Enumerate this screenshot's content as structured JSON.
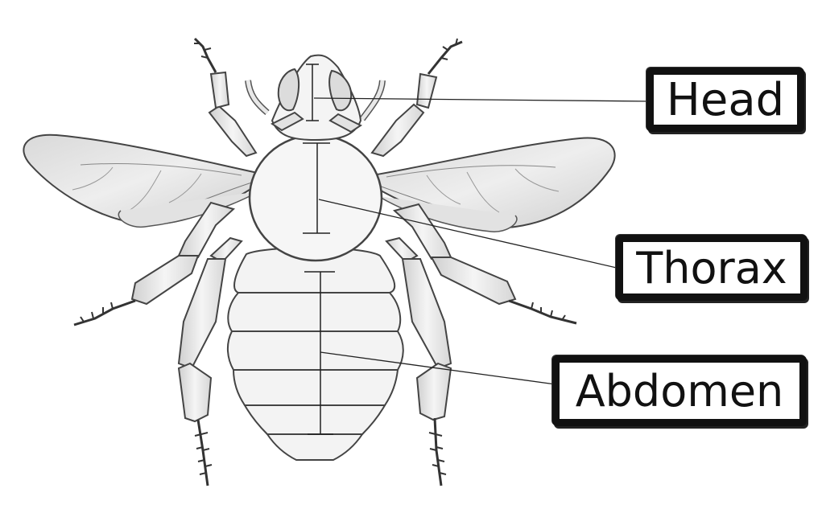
{
  "labels": {
    "head": "Head",
    "thorax": "Thorax",
    "abdomen": "Abdomen"
  },
  "colors": {
    "ink": "#111111",
    "wing_fill": "#e6e6e6",
    "body_fill": "#f4f4f4",
    "background": "#ffffff"
  }
}
